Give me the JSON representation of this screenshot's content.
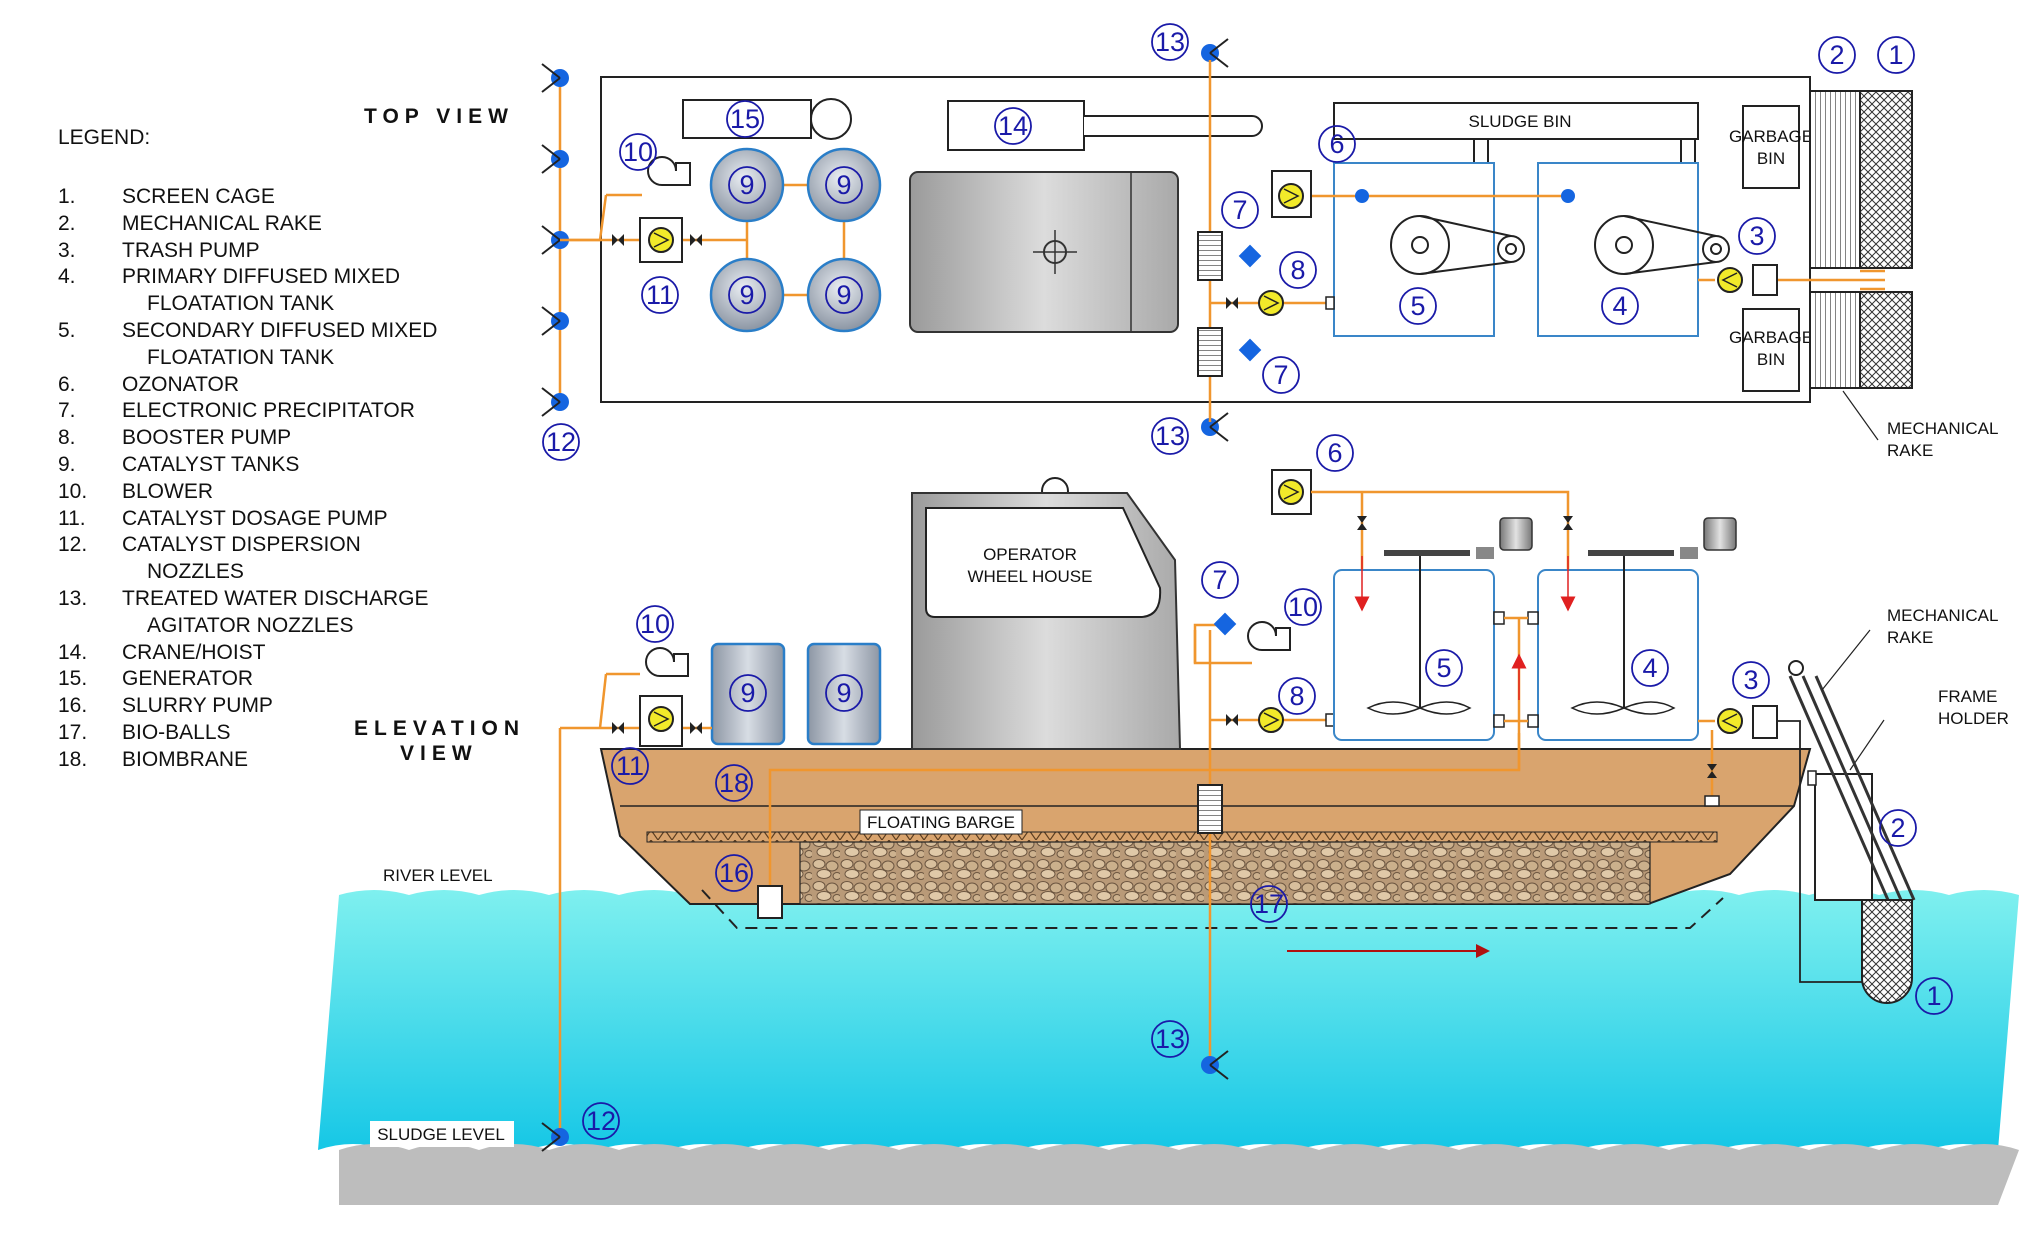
{
  "titles": {
    "top_view": "TOP VIEW",
    "elevation_line1": "ELEVATION",
    "elevation_line2": "VIEW",
    "legend": "LEGEND:"
  },
  "legend": [
    {
      "num": "1.",
      "lines": [
        "SCREEN CAGE"
      ]
    },
    {
      "num": "2.",
      "lines": [
        "MECHANICAL RAKE"
      ]
    },
    {
      "num": "3.",
      "lines": [
        "TRASH PUMP"
      ]
    },
    {
      "num": "4.",
      "lines": [
        "PRIMARY DIFFUSED MIXED",
        "FLOATATION TANK"
      ]
    },
    {
      "num": "5.",
      "lines": [
        "SECONDARY DIFFUSED MIXED",
        "FLOATATION TANK"
      ]
    },
    {
      "num": "6.",
      "lines": [
        "OZONATOR"
      ]
    },
    {
      "num": "7.",
      "lines": [
        "ELECTRONIC PRECIPITATOR"
      ]
    },
    {
      "num": "8.",
      "lines": [
        "BOOSTER PUMP"
      ]
    },
    {
      "num": "9.",
      "lines": [
        "CATALYST TANKS"
      ]
    },
    {
      "num": "10.",
      "lines": [
        "BLOWER"
      ]
    },
    {
      "num": "11.",
      "lines": [
        "CATALYST DOSAGE PUMP"
      ]
    },
    {
      "num": "12.",
      "lines": [
        "CATALYST DISPERSION",
        "NOZZLES"
      ]
    },
    {
      "num": "13.",
      "lines": [
        "TREATED WATER DISCHARGE",
        "AGITATOR NOZZLES"
      ]
    },
    {
      "num": "14.",
      "lines": [
        "CRANE/HOIST"
      ]
    },
    {
      "num": "15.",
      "lines": [
        "GENERATOR"
      ]
    },
    {
      "num": "16.",
      "lines": [
        "SLURRY PUMP"
      ]
    },
    {
      "num": "17.",
      "lines": [
        "BIO-BALLS"
      ]
    },
    {
      "num": "18.",
      "lines": [
        "BIOMBRANE"
      ]
    }
  ],
  "labels": {
    "sludge_bin": "SLUDGE BIN",
    "garbage": "GARBAGE",
    "bin": "BIN",
    "mechanical": "MECHANICAL",
    "rake": "RAKE",
    "frame": "FRAME",
    "holder": "HOLDER",
    "operator": "OPERATOR",
    "wheel_house": "WHEEL HOUSE",
    "floating_barge": "FLOATING BARGE",
    "river_level": "RIVER LEVEL",
    "sludge_level": "SLUDGE LEVEL"
  },
  "colors": {
    "pipe": "#f0962e",
    "nozzle": "#1565e0",
    "badge": "#1a1aa8",
    "tank_outline": "#3a86c8",
    "barge": "#d9a46e",
    "water": "#3fd4e4",
    "riverbed": "#bdbdbd",
    "pump_yellow": "#f2ea2a"
  }
}
